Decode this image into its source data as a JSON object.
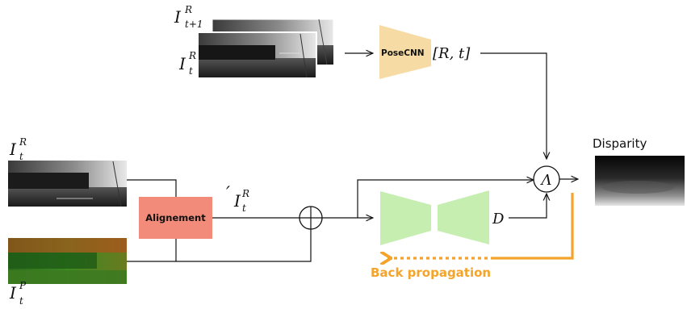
{
  "labels": {
    "i_t1_main": "I",
    "i_t1_sup": "R",
    "i_t1_sub": "t+1",
    "i_t_top_main": "I",
    "i_t_top_sup": "R",
    "i_t_top_sub": "t",
    "i_t_left_main": "I",
    "i_t_left_sup": "R",
    "i_t_left_sub": "t",
    "i_t_p_main": "I",
    "i_t_p_sup": "P",
    "i_t_p_sub": "t",
    "aligned_prime": "′",
    "aligned_main": "I",
    "aligned_sup": "R",
    "aligned_sub": "t",
    "posecnn": "PoseCNN",
    "pose_output": "[R, t]",
    "alignment": "Alignement",
    "depth": "D",
    "lambda": "Λ",
    "disparity": "Disparity",
    "backprop": "Back propagation"
  },
  "colors": {
    "posecnn_fill": "#f6dba4",
    "alignment_fill": "#f28b7a",
    "network_fill": "#c5eeb0",
    "backprop": "#f4a42a",
    "line": "#111111"
  }
}
